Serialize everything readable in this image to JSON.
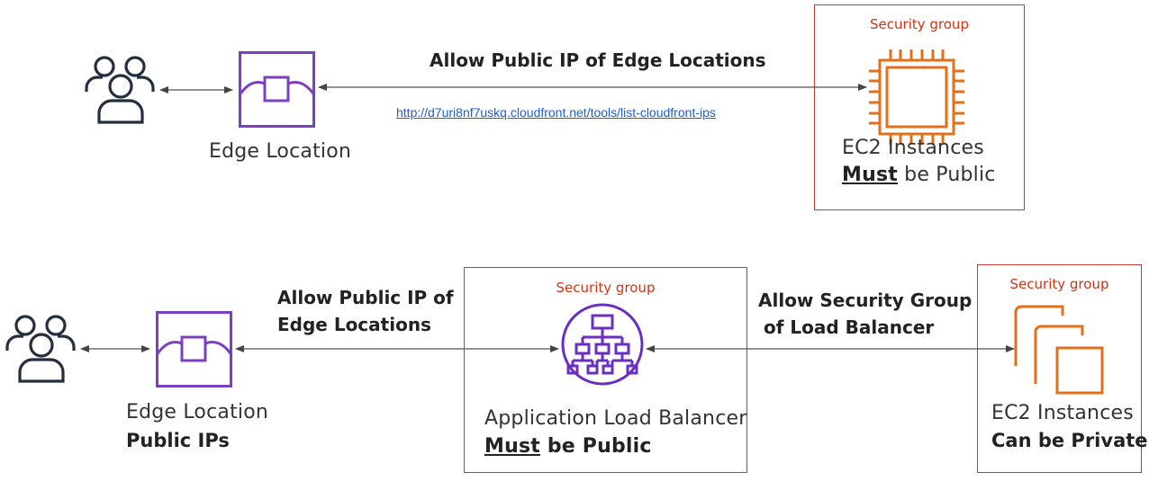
{
  "colors": {
    "edge_purple": "#7b3fc4",
    "alb_purple": "#6a2fc0",
    "ec2_orange": "#e0701a",
    "security_group_red": "#c7382c",
    "users_dark": "#232f3e",
    "link_blue": "#1a5fd6"
  },
  "top": {
    "users_icon": "users-icon",
    "edge_icon": "cloudfront-edge-location-icon",
    "edge_label": "Edge Location",
    "arrow_label": "Allow Public IP of Edge Locations",
    "link": "http://d7uri8nf7uskq.cloudfront.net/tools/list-cloudfront-ips",
    "security_group": {
      "label": "Security group",
      "icon": "ec2-chip-icon",
      "line1": "EC2 Instances",
      "line2_bold": "Must",
      "line2_rest": " be Public"
    }
  },
  "bottom": {
    "users_icon": "users-icon",
    "edge_icon": "cloudfront-edge-location-icon",
    "edge_label": "Edge Location",
    "edge_sublabel": "Public IPs",
    "arrow_label_1_line1": "Allow Public IP of",
    "arrow_label_1_line2": "Edge Locations",
    "alb_group": {
      "label": "Security group",
      "icon": "application-load-balancer-icon",
      "line1": "Application Load Balancer",
      "line2_bold": "Must",
      "line2_rest": " be Public"
    },
    "arrow_label_2_line1": "Allow Security Group",
    "arrow_label_2_line2": "of Load Balancer",
    "ec2_group": {
      "label": "Security group",
      "icon": "ec2-instances-icon",
      "line1": "EC2 Instances",
      "line2": "Can be Private"
    }
  }
}
